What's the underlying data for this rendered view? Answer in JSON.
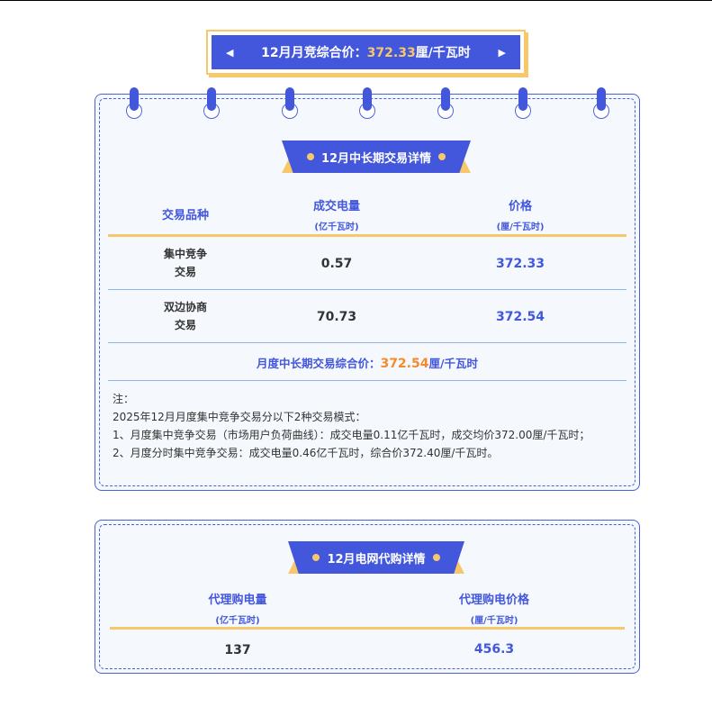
{
  "banner": {
    "prefix": "12月月竞综合价：",
    "value": "372.33",
    "unit": "厘/千瓦时",
    "prev_icon": "◀",
    "next_icon": "▶"
  },
  "long_term": {
    "title": "12月中长期交易详情",
    "headers": [
      {
        "title": "交易品种",
        "unit": ""
      },
      {
        "title": "成交电量",
        "unit": "(亿千瓦时)"
      },
      {
        "title": "价格",
        "unit": "(厘/千瓦时)"
      }
    ],
    "rows": [
      {
        "name_line1": "集中竞争",
        "name_line2": "交易",
        "volume": "0.57",
        "price": "372.33"
      },
      {
        "name_line1": "双边协商",
        "name_line2": "交易",
        "volume": "70.73",
        "price": "372.54"
      }
    ],
    "summary": {
      "label": "月度中长期交易综合价：",
      "value": "372.54",
      "unit": "厘/千瓦时"
    },
    "notes": [
      "注：",
      "2025年12月月度集中竞争交易分以下2种交易模式：",
      "1、月度集中竞争交易（市场用户负荷曲线）：成交电量0.11亿千瓦时，成交均价372.00厘/千瓦时；",
      "2、月度分时集中竞争交易：成交电量0.46亿千瓦时，综合价372.40厘/千瓦时。"
    ]
  },
  "grid_purchase": {
    "title": "12月电网代购详情",
    "headers": [
      {
        "title": "代理购电量",
        "unit": "(亿千瓦时)"
      },
      {
        "title": "代理购电价格",
        "unit": "(厘/千瓦时)"
      }
    ],
    "volume": "137",
    "price": "456.3"
  },
  "colors": {
    "primary": "#4257dc",
    "gold": "#f7c86b",
    "orange": "#f58a2b",
    "card_bg": "#f5f8fd"
  }
}
